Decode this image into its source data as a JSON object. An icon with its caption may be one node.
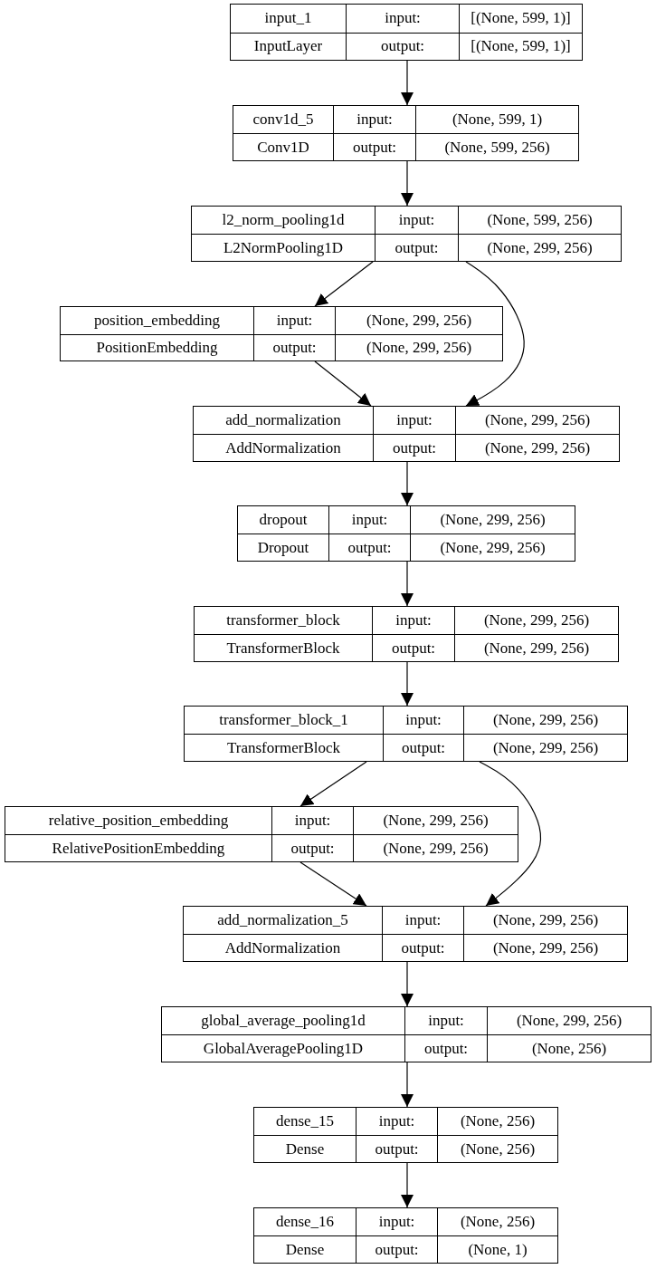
{
  "diagram": {
    "nodes": [
      {
        "text": [
          "input_1",
          "input:",
          "[(None, 599, 1)]",
          "InputLayer",
          "output:",
          "[(None, 599, 1)]"
        ]
      },
      {
        "text": [
          "conv1d_5",
          "input:",
          "(None, 599, 1)",
          "Conv1D",
          "output:",
          "(None, 599, 256)"
        ]
      },
      {
        "text": [
          "l2_norm_pooling1d",
          "input:",
          "(None, 599, 256)",
          "L2NormPooling1D",
          "output:",
          "(None, 299, 256)"
        ]
      },
      {
        "text": [
          "position_embedding",
          "input:",
          "(None, 299, 256)",
          "PositionEmbedding",
          "output:",
          "(None, 299, 256)"
        ]
      },
      {
        "text": [
          "add_normalization",
          "input:",
          "(None, 299, 256)",
          "AddNormalization",
          "output:",
          "(None, 299, 256)"
        ]
      },
      {
        "text": [
          "dropout",
          "input:",
          "(None, 299, 256)",
          "Dropout",
          "output:",
          "(None, 299, 256)"
        ]
      },
      {
        "text": [
          "transformer_block",
          "input:",
          "(None, 299, 256)",
          "TransformerBlock",
          "output:",
          "(None, 299, 256)"
        ]
      },
      {
        "text": [
          "transformer_block_1",
          "input:",
          "(None, 299, 256)",
          "TransformerBlock",
          "output:",
          "(None, 299, 256)"
        ]
      },
      {
        "text": [
          "relative_position_embedding",
          "input:",
          "(None, 299, 256)",
          "RelativePositionEmbedding",
          "output:",
          "(None, 299, 256)"
        ]
      },
      {
        "text": [
          "add_normalization_5",
          "input:",
          "(None, 299, 256)",
          "AddNormalization",
          "output:",
          "(None, 299, 256)"
        ]
      },
      {
        "text": [
          "global_average_pooling1d",
          "input:",
          "(None, 299, 256)",
          "GlobalAveragePooling1D",
          "output:",
          "(None, 256)"
        ]
      },
      {
        "text": [
          "dense_15",
          "input:",
          "(None, 256)",
          "Dense",
          "output:",
          "(None, 256)"
        ]
      },
      {
        "text": [
          "dense_16",
          "input:",
          "(None, 256)",
          "Dense",
          "output:",
          "(None, 1)"
        ]
      }
    ],
    "edges": [
      {
        "from": 0,
        "to": 1,
        "arrow": "to"
      },
      {
        "from": 1,
        "to": 2,
        "arrow": "to"
      },
      {
        "from": 2,
        "to": 3,
        "arrow": "to"
      },
      {
        "from": 2,
        "to": 4,
        "arrow": "to"
      },
      {
        "from": 3,
        "to": 4,
        "arrow": "to"
      },
      {
        "from": 4,
        "to": 5,
        "arrow": "to"
      },
      {
        "from": 5,
        "to": 6,
        "arrow": "to"
      },
      {
        "from": 6,
        "to": 7,
        "arrow": "to"
      },
      {
        "from": 7,
        "to": 8,
        "arrow": "to"
      },
      {
        "from": 7,
        "to": 9,
        "arrow": "to"
      },
      {
        "from": 8,
        "to": 9,
        "arrow": "to"
      },
      {
        "from": 9,
        "to": 10,
        "arrow": "to"
      },
      {
        "from": 10,
        "to": 11,
        "arrow": "to"
      },
      {
        "from": 11,
        "to": 12,
        "arrow": "to"
      }
    ]
  }
}
